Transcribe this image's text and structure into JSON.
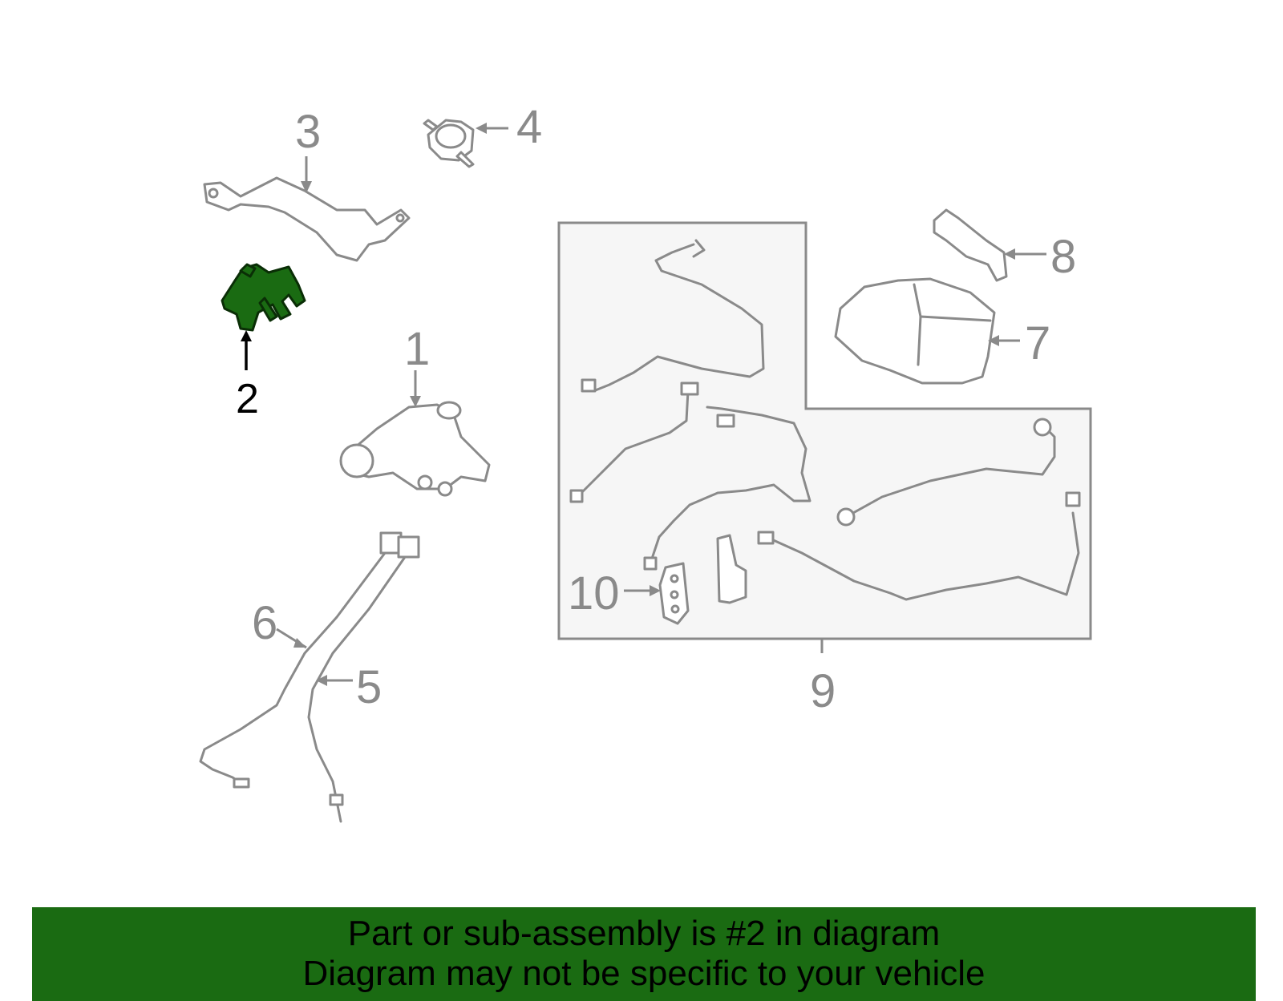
{
  "callouts": {
    "c1": "1",
    "c2": "2",
    "c3": "3",
    "c4": "4",
    "c5": "5",
    "c6": "6",
    "c7": "7",
    "c8": "8",
    "c9": "9",
    "c10": "10"
  },
  "highlighted_part": "2",
  "colors": {
    "highlight": "#1a6b12",
    "line": "#8a8a8a",
    "panel": "#f5f5f5",
    "banner": "#1a6b12"
  },
  "banner": {
    "line1": "Part or sub-assembly is #2 in diagram",
    "line2": "Diagram may not be specific to your vehicle"
  }
}
